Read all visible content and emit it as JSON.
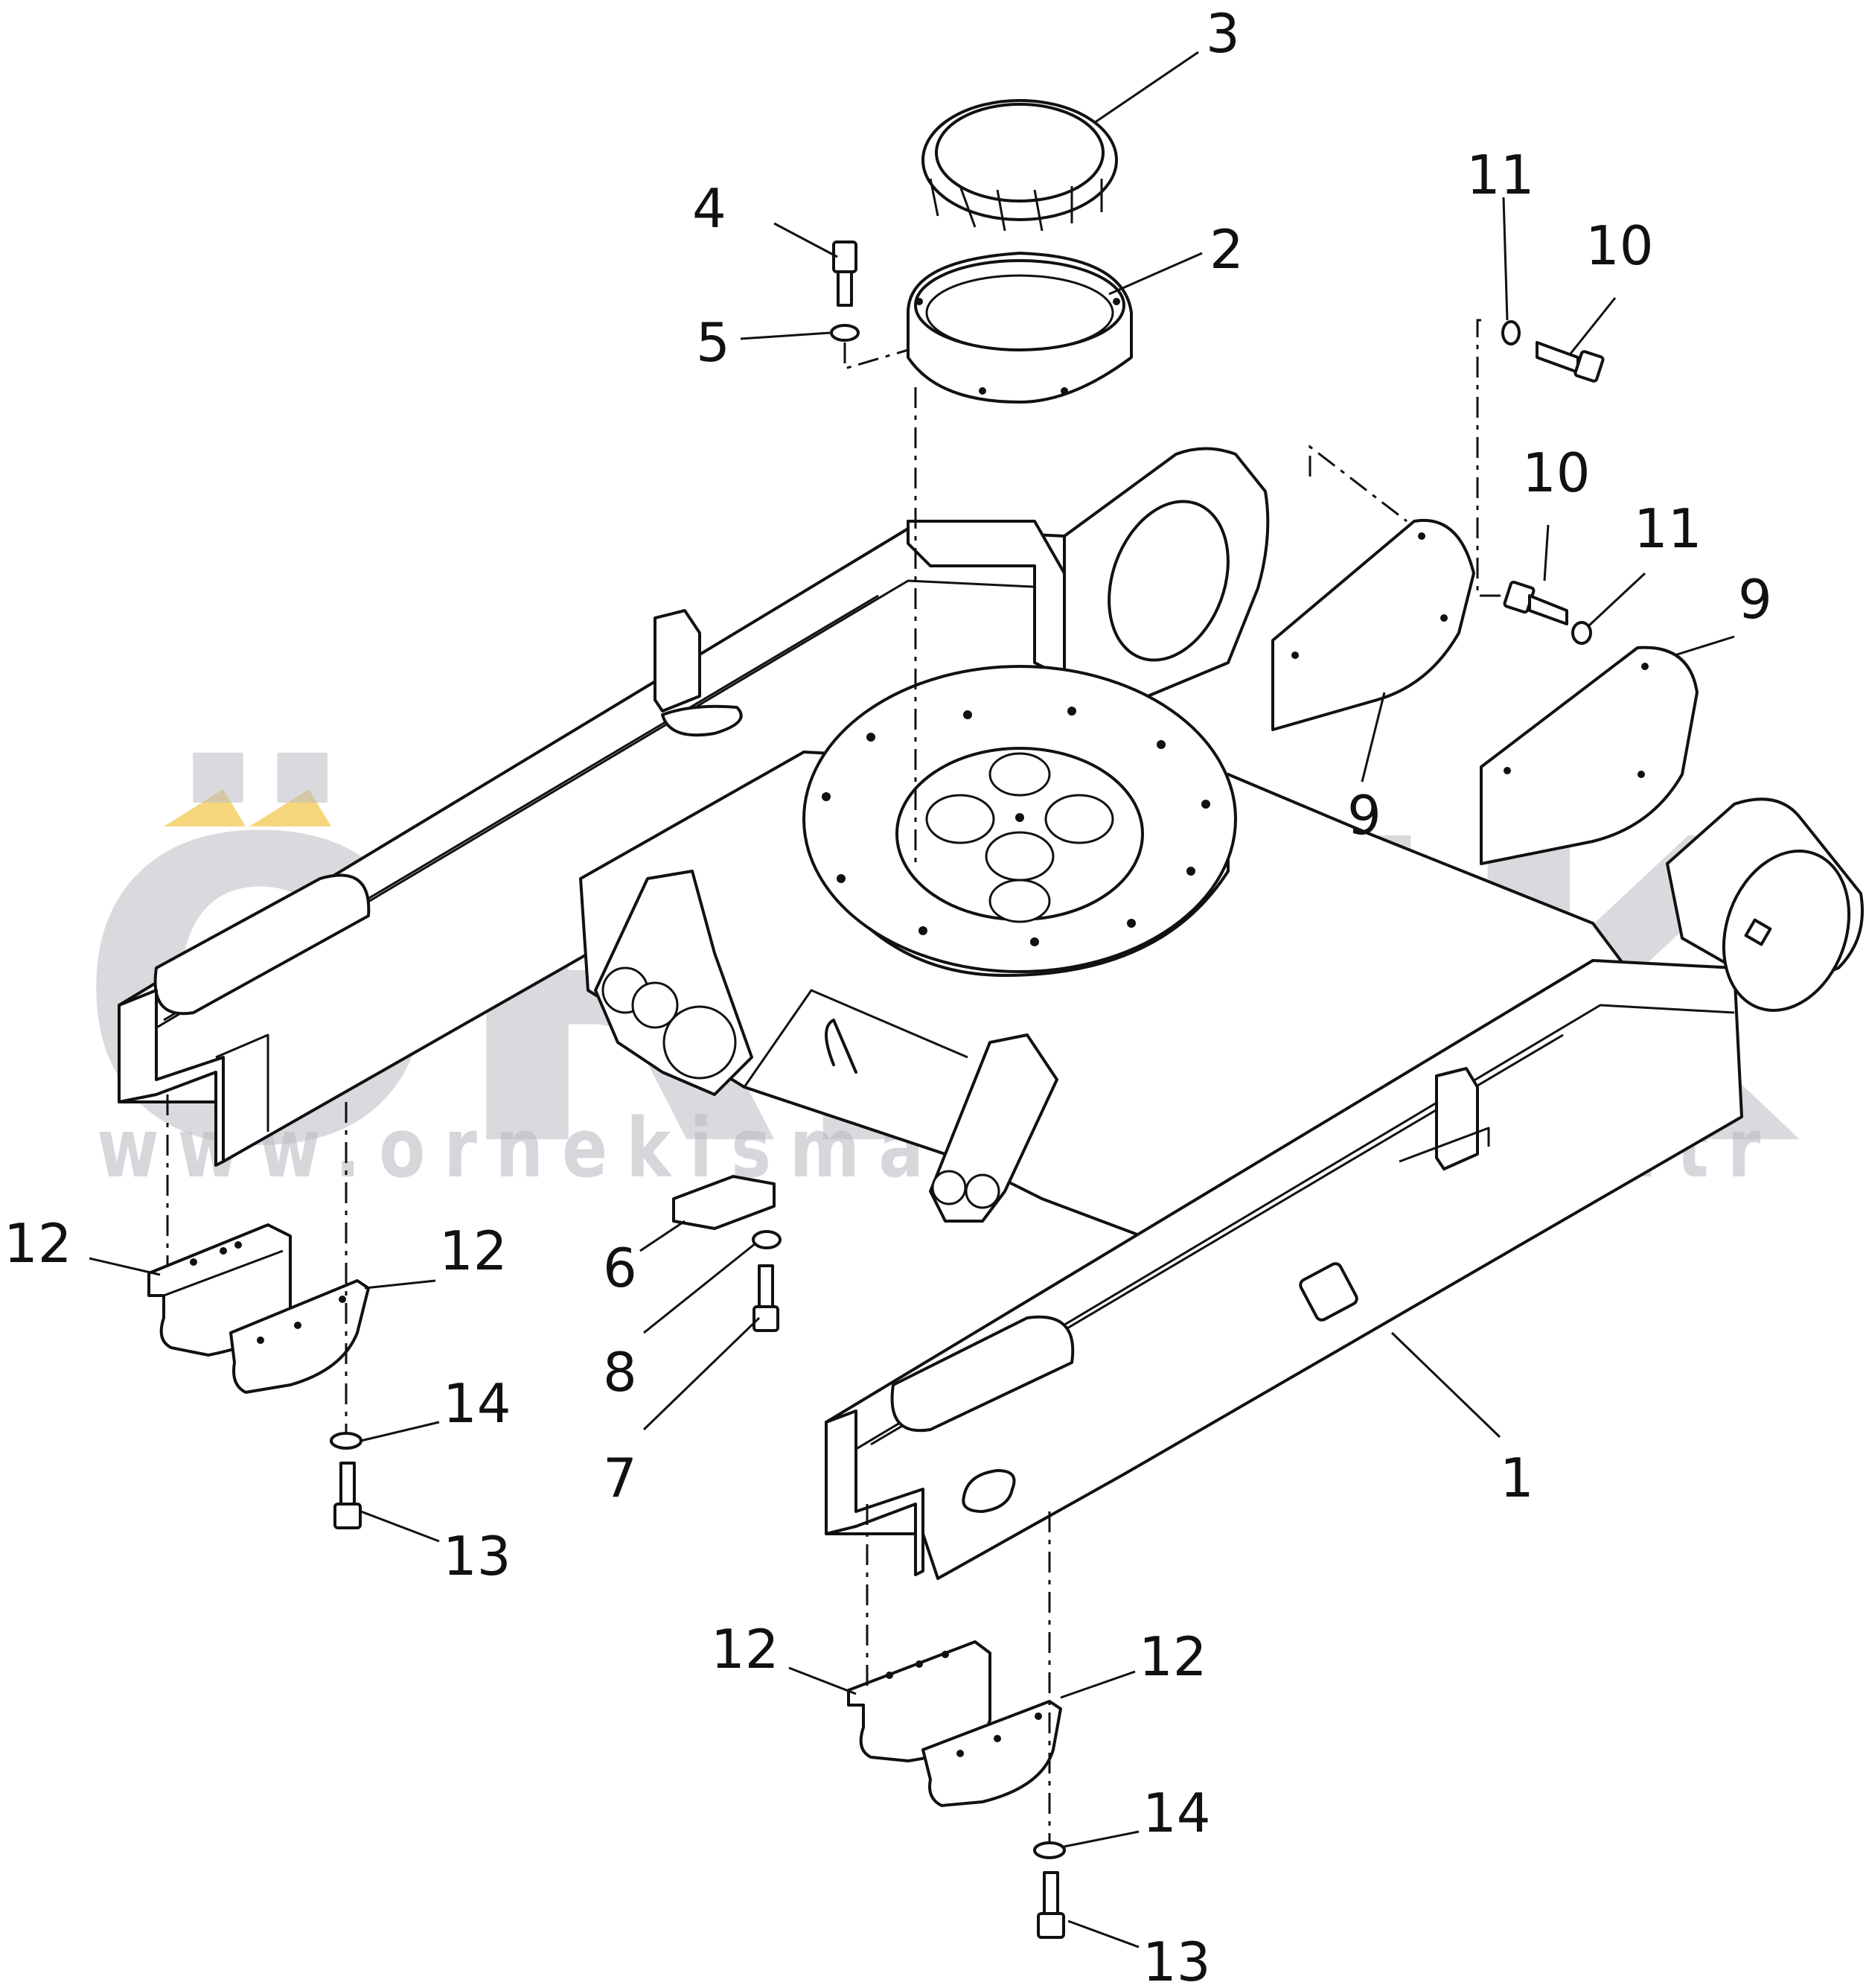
{
  "watermark": {
    "brand": "ÖRNEK",
    "url": "www.ornekismakinalari.com.tr",
    "text_color": "#bcbcc4",
    "accent_color": "#f2cc5c"
  },
  "callouts": [
    {
      "id": "c3",
      "label": "3"
    },
    {
      "id": "c4",
      "label": "4"
    },
    {
      "id": "c2",
      "label": "2"
    },
    {
      "id": "c5",
      "label": "5"
    },
    {
      "id": "c11a",
      "label": "11"
    },
    {
      "id": "c10a",
      "label": "10"
    },
    {
      "id": "c10b",
      "label": "10"
    },
    {
      "id": "c11b",
      "label": "11"
    },
    {
      "id": "c9a",
      "label": "9"
    },
    {
      "id": "c9b",
      "label": "9"
    },
    {
      "id": "c12a",
      "label": "12"
    },
    {
      "id": "c12b",
      "label": "12"
    },
    {
      "id": "c6",
      "label": "6"
    },
    {
      "id": "c8",
      "label": "8"
    },
    {
      "id": "c14a",
      "label": "14"
    },
    {
      "id": "c7",
      "label": "7"
    },
    {
      "id": "c1",
      "label": "1"
    },
    {
      "id": "c13a",
      "label": "13"
    },
    {
      "id": "c12c",
      "label": "12"
    },
    {
      "id": "c12d",
      "label": "12"
    },
    {
      "id": "c14b",
      "label": "14"
    },
    {
      "id": "c13b",
      "label": "13"
    }
  ]
}
